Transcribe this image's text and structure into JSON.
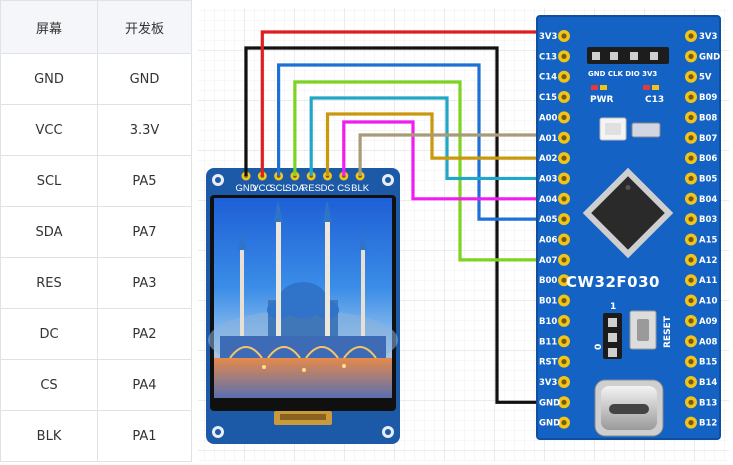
{
  "table": {
    "headers": [
      "屏幕",
      "开发板"
    ],
    "rows": [
      [
        "GND",
        "GND"
      ],
      [
        "VCC",
        "3.3V"
      ],
      [
        "SCL",
        "PA5"
      ],
      [
        "SDA",
        "PA7"
      ],
      [
        "RES",
        "PA3"
      ],
      [
        "DC",
        "PA2"
      ],
      [
        "CS",
        "PA4"
      ],
      [
        "BLK",
        "PA1"
      ]
    ]
  },
  "lcd": {
    "pins": [
      "GND",
      "VCC",
      "SCL",
      "SDA",
      "RES",
      "DC",
      "CS",
      "BLK"
    ]
  },
  "board": {
    "name": "CW32F030",
    "left_pins": [
      "3V3",
      "C13",
      "C14",
      "C15",
      "A00",
      "A01",
      "A02",
      "A03",
      "A04",
      "A05",
      "A06",
      "A07",
      "B00",
      "B01",
      "B10",
      "B11",
      "RST",
      "3V3",
      "GND",
      "GND"
    ],
    "right_pins": [
      "3V3",
      "GND",
      "5V",
      "B09",
      "B08",
      "B07",
      "B06",
      "B05",
      "B04",
      "B03",
      "A15",
      "A12",
      "A11",
      "A10",
      "A09",
      "A08",
      "B15",
      "B14",
      "B13",
      "B12"
    ],
    "debug_header": "GND CLK DIO 3V3",
    "pwr_label": "PWR",
    "c13_label": "C13",
    "reset_label": "RESET",
    "boot_0": "0",
    "boot_1": "1"
  },
  "wires": [
    {
      "lcd_pin": "GND",
      "board_pin": "GND",
      "color": "#111111"
    },
    {
      "lcd_pin": "VCC",
      "board_pin": "3V3",
      "color": "#e01e1e"
    },
    {
      "lcd_pin": "SCL",
      "board_pin": "A05",
      "color": "#1e6fd8"
    },
    {
      "lcd_pin": "SDA",
      "board_pin": "A07",
      "color": "#7ed321"
    },
    {
      "lcd_pin": "RES",
      "board_pin": "A03",
      "color": "#22a6c8"
    },
    {
      "lcd_pin": "DC",
      "board_pin": "A02",
      "color": "#c9980d"
    },
    {
      "lcd_pin": "CS",
      "board_pin": "A04",
      "color": "#f01cf0"
    },
    {
      "lcd_pin": "BLK",
      "board_pin": "A01",
      "color": "#a89c78"
    }
  ]
}
